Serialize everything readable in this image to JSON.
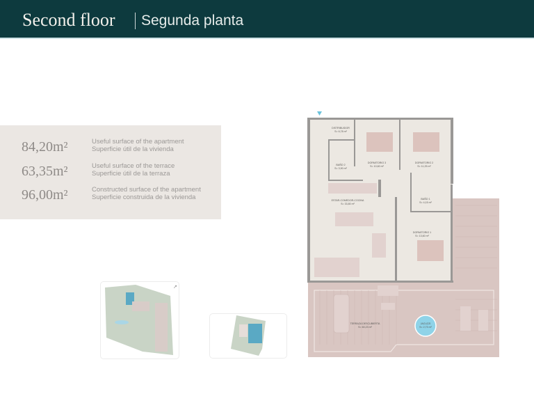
{
  "header": {
    "title_en": "Second floor",
    "title_es": "Segunda planta"
  },
  "surfaces": [
    {
      "value": "84,20m²",
      "label_en": "Useful surface of the apartment",
      "label_es": "Superficie útil de la vivienda"
    },
    {
      "value": "63,35m²",
      "label_en": "Useful surface of the terrace",
      "label_es": "Superficie útil de la terraza"
    },
    {
      "value": "96,00m²",
      "label_en": "Constructed surface of the apartment",
      "label_es": "Superficie construida de la vivienda"
    }
  ],
  "rooms": {
    "distribuidor": {
      "name": "DISTRIBUIDOR",
      "area": "S= 6,78 m²"
    },
    "bano2": {
      "name": "BAÑO 2",
      "area": "S= 3,90 m²"
    },
    "dorm3": {
      "name": "DORMITORIO 3",
      "area": "S= 10,60 m²"
    },
    "dorm2": {
      "name": "DORMITORIO 2",
      "area": "S= 11,25 m²"
    },
    "estar": {
      "name": "ESTAR-COMEDOR-COCINA",
      "area": "S= 33,80 m²"
    },
    "bano1": {
      "name": "BAÑO 1",
      "area": "S= 4,15 m²"
    },
    "dorm1": {
      "name": "DORMITORIO 1",
      "area": "S= 13,60 m²"
    },
    "terraza": {
      "name": "TERRAZA DESCUBIERTA",
      "area": "S= 60,23 m²"
    },
    "jacuzzi": {
      "name": "JACUZZI",
      "area": "S= 2,73 m²"
    }
  },
  "colors": {
    "header_bg": "#0d3a3e",
    "stats_bg": "#ebe7e3",
    "floor": "#ece8e2",
    "terrace": "#d9c6c2",
    "jacuzzi": "#8fd3e8",
    "highlight": "#5aa9c4"
  },
  "icons": {
    "entrance": "entrance-arrow-icon",
    "north": "north-arrow-icon"
  }
}
